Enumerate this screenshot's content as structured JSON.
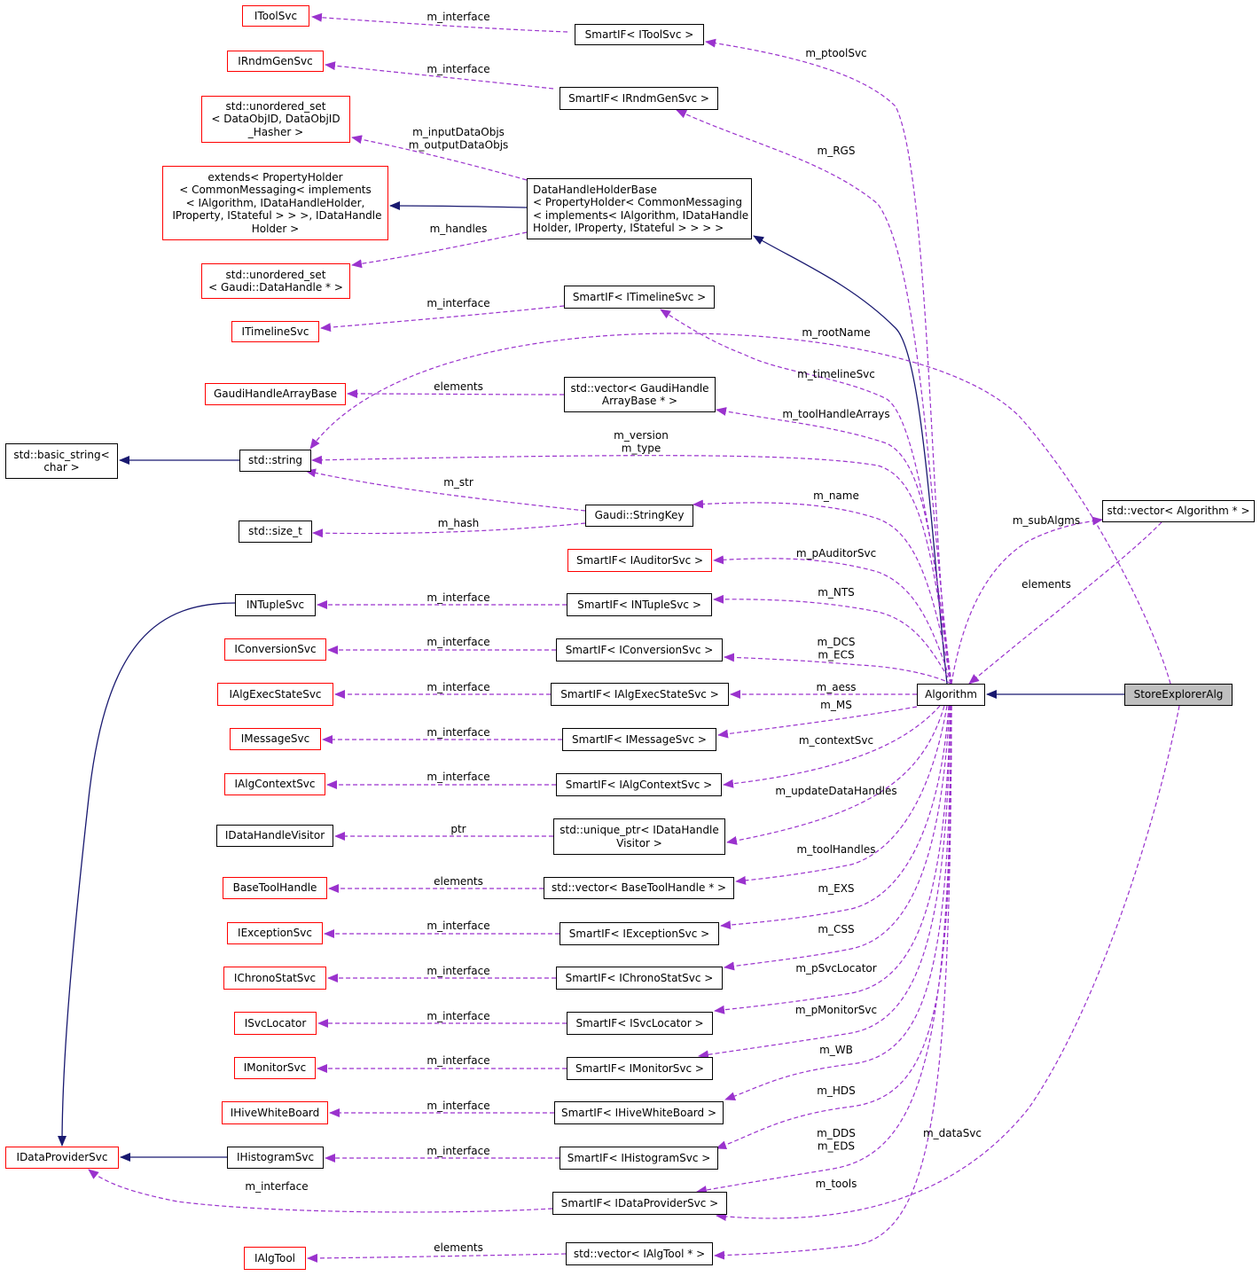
{
  "colors": {
    "usage": "#9a32cd",
    "inherit": "#191970",
    "external_border": "#ff0000",
    "focus_fill": "#bfbfbf"
  },
  "nodes": {
    "IToolSvc": "IToolSvc",
    "SmartIF_IToolSvc": "SmartIF< IToolSvc >",
    "IRndmGenSvc": "IRndmGenSvc",
    "SmartIF_IRndmGenSvc": "SmartIF< IRndmGenSvc >",
    "unordered_set_DataObjID": "std::unordered_set\n< DataObjID, DataObjID\n_Hasher >",
    "extends_PropertyHolder": "extends< PropertyHolder\n< CommonMessaging< implements\n< IAlgorithm, IDataHandleHolder,\n IProperty, IStateful > > >, IDataHandle\nHolder >",
    "DataHandleHolderBase": "DataHandleHolderBase\n< PropertyHolder< CommonMessaging\n< implements< IAlgorithm, IDataHandle\nHolder, IProperty, IStateful > > > >",
    "unordered_set_DataHandle": "std::unordered_set\n< Gaudi::DataHandle * >",
    "SmartIF_ITimelineSvc": "SmartIF< ITimelineSvc >",
    "ITimelineSvc": "ITimelineSvc",
    "GaudiHandleArrayBase": "GaudiHandleArrayBase",
    "vector_GaudiHandleArrayBase": "std::vector< GaudiHandle\nArrayBase * >",
    "basic_string": "std::basic_string<\nchar >",
    "std_string": "std::string",
    "Gaudi_StringKey": "Gaudi::StringKey",
    "size_t": "std::size_t",
    "SmartIF_IAuditorSvc": "SmartIF< IAuditorSvc >",
    "INTupleSvc": "INTupleSvc",
    "SmartIF_INTupleSvc": "SmartIF< INTupleSvc >",
    "IConversionSvc": "IConversionSvc",
    "SmartIF_IConversionSvc": "SmartIF< IConversionSvc >",
    "IAlgExecStateSvc": "IAlgExecStateSvc",
    "SmartIF_IAlgExecStateSvc": "SmartIF< IAlgExecStateSvc >",
    "Algorithm": "Algorithm",
    "StoreExplorerAlg": "StoreExplorerAlg",
    "vector_Algorithm": "std::vector< Algorithm * >",
    "IMessageSvc": "IMessageSvc",
    "SmartIF_IMessageSvc": "SmartIF< IMessageSvc >",
    "IAlgContextSvc": "IAlgContextSvc",
    "SmartIF_IAlgContextSvc": "SmartIF< IAlgContextSvc >",
    "IDataHandleVisitor": "IDataHandleVisitor",
    "unique_ptr_IDataHandleVisitor": "std::unique_ptr< IDataHandle\nVisitor >",
    "BaseToolHandle": "BaseToolHandle",
    "vector_BaseToolHandle": "std::vector< BaseToolHandle * >",
    "IExceptionSvc": "IExceptionSvc",
    "SmartIF_IExceptionSvc": "SmartIF< IExceptionSvc >",
    "IChronoStatSvc": "IChronoStatSvc",
    "SmartIF_IChronoStatSvc": "SmartIF< IChronoStatSvc >",
    "ISvcLocator": "ISvcLocator",
    "SmartIF_ISvcLocator": "SmartIF< ISvcLocator >",
    "IMonitorSvc": "IMonitorSvc",
    "SmartIF_IMonitorSvc": "SmartIF< IMonitorSvc >",
    "IHiveWhiteBoard": "IHiveWhiteBoard",
    "SmartIF_IHiveWhiteBoard": "SmartIF< IHiveWhiteBoard >",
    "IDataProviderSvc": "IDataProviderSvc",
    "IHistogramSvc": "IHistogramSvc",
    "SmartIF_IHistogramSvc": "SmartIF< IHistogramSvc >",
    "SmartIF_IDataProviderSvc": "SmartIF< IDataProviderSvc >",
    "IAlgTool": "IAlgTool",
    "vector_IAlgTool": "std::vector< IAlgTool * >"
  },
  "edge_labels": {
    "interface_IToolSvc": "m_interface",
    "ptoolSvc": "m_ptoolSvc",
    "interface_IRndmGenSvc": "m_interface",
    "RGS": "m_RGS",
    "inputDataObjs": "m_inputDataObjs\nm_outputDataObjs",
    "handles": "m_handles",
    "interface_ITimelineSvc": "m_interface",
    "rootName": "m_rootName",
    "timelineSvc": "m_timelineSvc",
    "elements_GaudiHandleArrayBase": "elements",
    "toolHandleArrays": "m_toolHandleArrays",
    "version_type": "m_version\nm_type",
    "str": "m_str",
    "name": "m_name",
    "hash": "m_hash",
    "subAlgms": "m_subAlgms",
    "pAuditorSvc": "m_pAuditorSvc",
    "elements_Algorithm": "elements",
    "interface_INTupleSvc": "m_interface",
    "NTS": "m_NTS",
    "interface_IConversionSvc": "m_interface",
    "DCS_ECS": "m_DCS\nm_ECS",
    "interface_IAlgExecStateSvc": "m_interface",
    "aess": "m_aess",
    "MS": "m_MS",
    "interface_IMessageSvc": "m_interface",
    "contextSvc": "m_contextSvc",
    "interface_IAlgContextSvc": "m_interface",
    "updateDataHandles": "m_updateDataHandles",
    "ptr": "ptr",
    "toolHandles": "m_toolHandles",
    "elements_BaseToolHandle": "elements",
    "EXS": "m_EXS",
    "interface_IExceptionSvc": "m_interface",
    "CSS": "m_CSS",
    "interface_IChronoStatSvc": "m_interface",
    "pSvcLocator": "m_pSvcLocator",
    "interface_ISvcLocator": "m_interface",
    "pMonitorSvc": "m_pMonitorSvc",
    "interface_IMonitorSvc": "m_interface",
    "WB": "m_WB",
    "interface_IHiveWhiteBoard": "m_interface",
    "HDS": "m_HDS",
    "dataSvc": "m_dataSvc",
    "DDS_EDS": "m_DDS\nm_EDS",
    "interface_IHistogramSvc": "m_interface",
    "interface_IDataProviderSvc": "m_interface",
    "tools": "m_tools",
    "elements_IAlgTool": "elements"
  }
}
